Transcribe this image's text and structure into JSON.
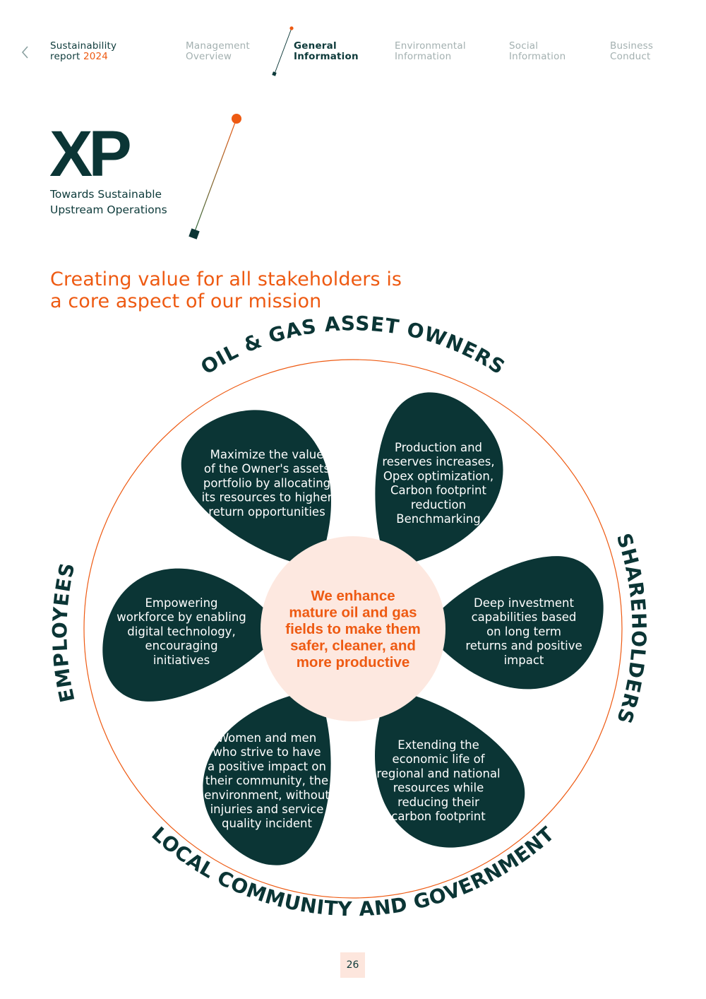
{
  "nav": {
    "back_icon": "chevron-left-icon",
    "brand": {
      "line1": "Sustainability",
      "line2_text": "report",
      "year": "2024"
    },
    "items": [
      {
        "line1": "Management",
        "line2": "Overview",
        "active": false
      },
      {
        "line1": "General",
        "line2": "Information",
        "active": true
      },
      {
        "line1": "Environmental",
        "line2": "Information",
        "active": false
      },
      {
        "line1": "Social",
        "line2": "Information",
        "active": false
      },
      {
        "line1": "Business",
        "line2": "Conduct",
        "active": false
      }
    ]
  },
  "logo": {
    "title": "XP",
    "subtitle_line1": "Towards Sustainable",
    "subtitle_line2": "Upstream Operations"
  },
  "headline": {
    "line1": "Creating value for all stakeholders is",
    "line2": "a core aspect of our mission"
  },
  "diagram": {
    "center": {
      "lines": [
        "We enhance",
        "mature oil and gas",
        "fields to make them",
        "safer, cleaner, and",
        "more productive"
      ]
    },
    "petals": [
      {
        "lines": [
          "Maximize the value",
          "of the Owner's assets",
          "portfolio by allocating",
          "its resources to higher",
          "return opportunities"
        ]
      },
      {
        "lines": [
          "Production and",
          "reserves increases,",
          "Opex optimization,",
          "Carbon footprint",
          "reduction",
          "Benchmarking"
        ]
      },
      {
        "lines": [
          "Deep investment",
          "capabilities based",
          "on long term",
          "returns and positive",
          "impact"
        ]
      },
      {
        "lines": [
          "Extending the",
          "economic life of",
          "regional and national",
          "resources while",
          "reducing their",
          "carbon footprint"
        ]
      },
      {
        "lines": [
          "Women and men",
          "who strive to have",
          "a positive impact on",
          "their community, the",
          "environment, without",
          "injuries and service",
          "quality incident"
        ]
      },
      {
        "lines": [
          "Empowering",
          "workforce by enabling",
          "digital technology,",
          "encouraging",
          "initiatives"
        ]
      }
    ],
    "stakeholders": {
      "top": "OIL & GAS ASSET OWNERS",
      "right": "SHAREHOLDERS",
      "bottom": "LOCAL COMMUNITY AND GOVERNMENT",
      "left": "EMPLOYEES"
    },
    "colors": {
      "accent": "#ee5a12",
      "dark": "#0b3535",
      "center_fill": "#fde8e0"
    }
  },
  "page": {
    "number": "26"
  }
}
